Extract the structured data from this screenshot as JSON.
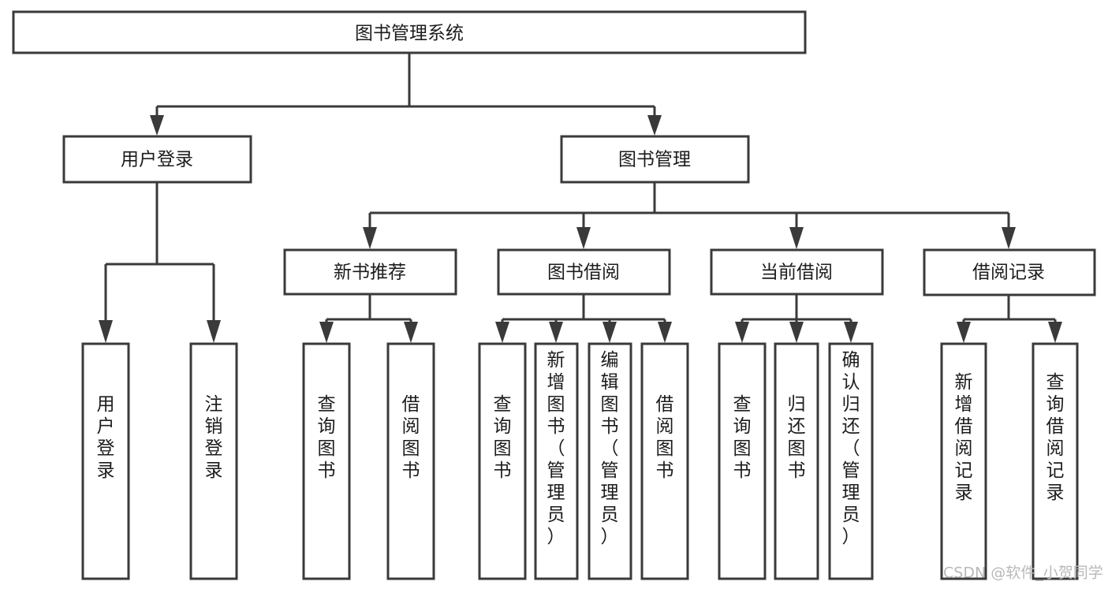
{
  "diagram": {
    "title": "图书管理系统",
    "watermark": "CSDN @软件_小贺同学",
    "colors": {
      "box_stroke": "#3a3a3a",
      "box_fill": "#ffffff",
      "text": "#1c1c1c",
      "background": "#ffffff",
      "watermark": "#b9b9b9"
    },
    "root": {
      "label": "图书管理系统",
      "orientation": "horizontal"
    },
    "level2": [
      {
        "id": "user-login",
        "label": "用户登录",
        "orientation": "horizontal"
      },
      {
        "id": "book-manage",
        "label": "图书管理",
        "orientation": "horizontal"
      }
    ],
    "level3": [
      {
        "id": "new-book-recommend",
        "label": "新书推荐",
        "orientation": "horizontal",
        "parent": "book-manage"
      },
      {
        "id": "book-borrow",
        "label": "图书借阅",
        "orientation": "horizontal",
        "parent": "book-manage"
      },
      {
        "id": "current-borrow",
        "label": "当前借阅",
        "orientation": "horizontal",
        "parent": "book-manage"
      },
      {
        "id": "borrow-record",
        "label": "借阅记录",
        "orientation": "horizontal",
        "parent": "book-manage"
      }
    ],
    "leaves": {
      "user_login": [
        {
          "id": "leaf-user-login",
          "label": "用户登录",
          "orientation": "vertical"
        },
        {
          "id": "leaf-user-logout",
          "label": "注销登录",
          "orientation": "vertical"
        }
      ],
      "new_book_recommend": [
        {
          "id": "leaf-query-book-1",
          "label": "查询图书",
          "orientation": "vertical"
        },
        {
          "id": "leaf-borrow-book-1",
          "label": "借阅图书",
          "orientation": "vertical"
        }
      ],
      "book_borrow": [
        {
          "id": "leaf-query-book-2",
          "label": "查询图书",
          "orientation": "vertical"
        },
        {
          "id": "leaf-add-book",
          "label": "新增图书（管理员）",
          "orientation": "vertical"
        },
        {
          "id": "leaf-edit-book",
          "label": "编辑图书（管理员）",
          "orientation": "vertical"
        },
        {
          "id": "leaf-borrow-book-2",
          "label": "借阅图书",
          "orientation": "vertical"
        }
      ],
      "current_borrow": [
        {
          "id": "leaf-query-book-3",
          "label": "查询图书",
          "orientation": "vertical"
        },
        {
          "id": "leaf-return-book",
          "label": "归还图书",
          "orientation": "vertical"
        },
        {
          "id": "leaf-confirm-return",
          "label": "确认归还（管理员）",
          "orientation": "vertical"
        }
      ],
      "borrow_record": [
        {
          "id": "leaf-add-record",
          "label": "新增借阅记录",
          "orientation": "vertical"
        },
        {
          "id": "leaf-query-record",
          "label": "查询借阅记录",
          "orientation": "vertical"
        }
      ]
    }
  }
}
